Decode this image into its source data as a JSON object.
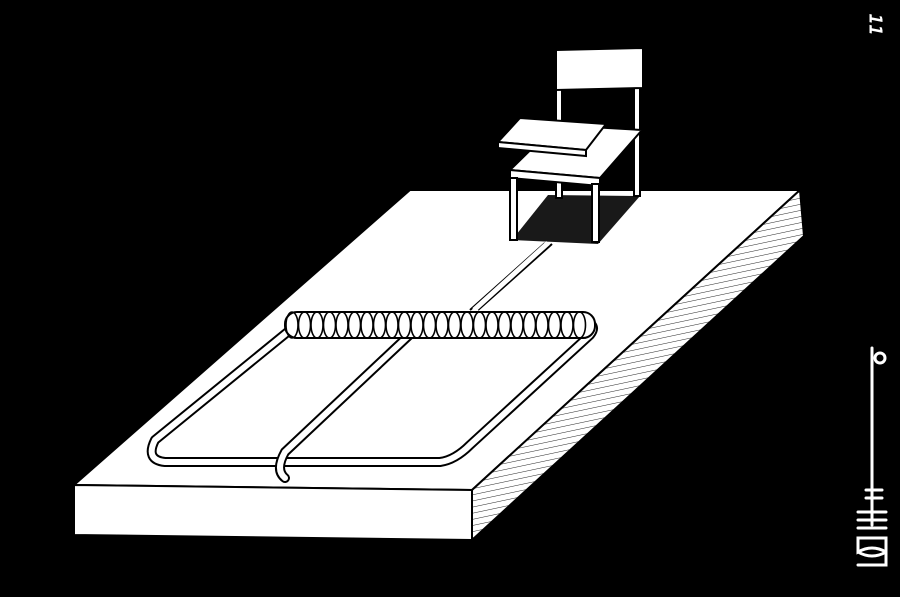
{
  "page_number": "11",
  "signature": "BETTO",
  "colors": {
    "background": "#000000",
    "ink_fill": "#ffffff",
    "ink_line": "#000000"
  },
  "scene": {
    "objects": [
      "mousetrap-base",
      "spring-coil",
      "wire-bail",
      "school-chair",
      "chair-shadow"
    ]
  }
}
